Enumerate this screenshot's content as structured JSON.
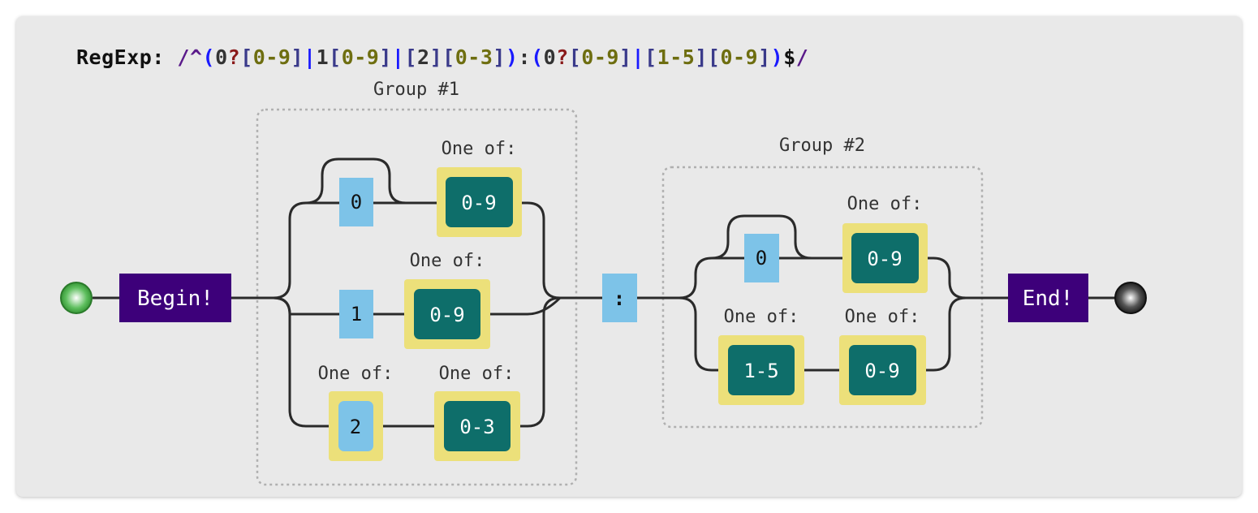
{
  "regex": {
    "label": "RegExp:",
    "tokens": [
      {
        "text": "/",
        "color": "#5a1a8a"
      },
      {
        "text": "^",
        "color": "#5a1a8a"
      },
      {
        "text": "(",
        "color": "#1a1aff"
      },
      {
        "text": "0",
        "color": "#333333"
      },
      {
        "text": "?",
        "color": "#8a1a1a"
      },
      {
        "text": "[",
        "color": "#3a3a8a"
      },
      {
        "text": "0-9",
        "color": "#6e6e10"
      },
      {
        "text": "]",
        "color": "#3a3a8a"
      },
      {
        "text": "|",
        "color": "#1a1aff"
      },
      {
        "text": "1",
        "color": "#333333"
      },
      {
        "text": "[",
        "color": "#3a3a8a"
      },
      {
        "text": "0-9",
        "color": "#6e6e10"
      },
      {
        "text": "]",
        "color": "#3a3a8a"
      },
      {
        "text": "|",
        "color": "#1a1aff"
      },
      {
        "text": "[",
        "color": "#3a3a8a"
      },
      {
        "text": "2",
        "color": "#333333"
      },
      {
        "text": "]",
        "color": "#3a3a8a"
      },
      {
        "text": "[",
        "color": "#3a3a8a"
      },
      {
        "text": "0-3",
        "color": "#6e6e10"
      },
      {
        "text": "]",
        "color": "#3a3a8a"
      },
      {
        "text": ")",
        "color": "#1a1aff"
      },
      {
        "text": ":",
        "color": "#333333"
      },
      {
        "text": "(",
        "color": "#1a1aff"
      },
      {
        "text": "0",
        "color": "#333333"
      },
      {
        "text": "?",
        "color": "#8a1a1a"
      },
      {
        "text": "[",
        "color": "#3a3a8a"
      },
      {
        "text": "0-9",
        "color": "#6e6e10"
      },
      {
        "text": "]",
        "color": "#3a3a8a"
      },
      {
        "text": "|",
        "color": "#1a1aff"
      },
      {
        "text": "[",
        "color": "#3a3a8a"
      },
      {
        "text": "1-5",
        "color": "#6e6e10"
      },
      {
        "text": "]",
        "color": "#3a3a8a"
      },
      {
        "text": "[",
        "color": "#3a3a8a"
      },
      {
        "text": "0-9",
        "color": "#6e6e10"
      },
      {
        "text": "]",
        "color": "#3a3a8a"
      },
      {
        "text": ")",
        "color": "#1a1aff"
      },
      {
        "text": "$",
        "color": "#111111"
      },
      {
        "text": "/",
        "color": "#5a1a8a"
      }
    ]
  },
  "diagram": {
    "begin_label": "Begin!",
    "end_label": "End!",
    "colon_label": ":",
    "one_of_label": "One of:",
    "group1": {
      "label": "Group #1",
      "branch1": {
        "literal": "0",
        "optional": true,
        "class": "0-9"
      },
      "branch2": {
        "literal": "1",
        "class": "0-9"
      },
      "branch3": {
        "set": "2",
        "class": "0-3"
      }
    },
    "group2": {
      "label": "Group #2",
      "branch1": {
        "literal": "0",
        "optional": true,
        "class": "0-9"
      },
      "branch2": {
        "set": "1-5",
        "class": "0-9"
      }
    },
    "colors": {
      "panel": "#e9e9e9",
      "line": "#2a2a2a",
      "terminal": "#3d007a",
      "literal": "#7dc3e8",
      "charset_outer": "#ece07a",
      "charset_inner": "#0e6e6a",
      "start_circle": "#3aa83a",
      "end_circle": "#222222",
      "group_border": "#b0b0b0"
    }
  }
}
